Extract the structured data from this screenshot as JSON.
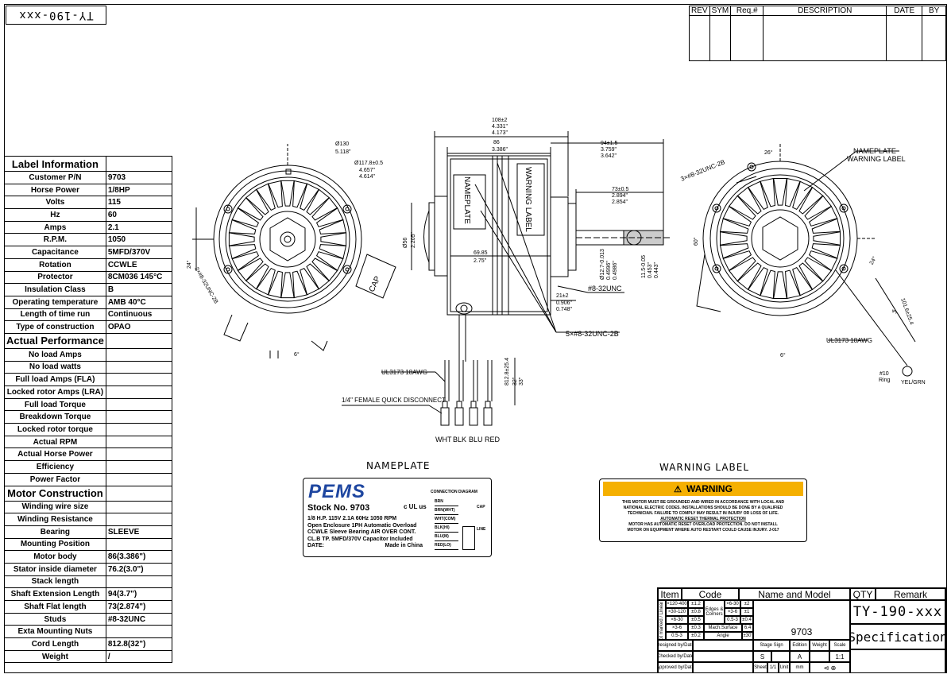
{
  "drawing_number_tab": "TY-190-xxx",
  "revision_table": {
    "headers": [
      "REV",
      "SYM",
      "Req.#",
      "DESCRIPTION",
      "DATE",
      "BY"
    ]
  },
  "spec_table": {
    "sections": [
      {
        "title": "Label Information",
        "rows": [
          [
            "Customer P/N",
            "9703"
          ],
          [
            "Horse Power",
            "1/8HP"
          ],
          [
            "Volts",
            "115"
          ],
          [
            "Hz",
            "60"
          ],
          [
            "Amps",
            "2.1"
          ],
          [
            "R.P.M.",
            "1050"
          ],
          [
            "Capacitance",
            "5MFD/370V"
          ],
          [
            "Rotation",
            "CCWLE"
          ],
          [
            "Protector",
            "8CM036  145°C"
          ],
          [
            "Insulation Class",
            "B"
          ],
          [
            "Operating temperature",
            "AMB 40°C"
          ],
          [
            "Length of time run",
            "Continuous"
          ],
          [
            "Type of construction",
            "OPAO"
          ]
        ]
      },
      {
        "title": "Actual Performance",
        "rows": [
          [
            "No load Amps",
            ""
          ],
          [
            "No load watts",
            ""
          ],
          [
            "Full load Amps (FLA)",
            ""
          ],
          [
            "Locked rotor Amps (LRA)",
            ""
          ],
          [
            "Full load Torque",
            ""
          ],
          [
            "Breakdown Torque",
            ""
          ],
          [
            "Locked rotor torque",
            ""
          ],
          [
            "Actual RPM",
            ""
          ],
          [
            "Actual Horse Power",
            ""
          ],
          [
            "Efficiency",
            ""
          ],
          [
            "Power Factor",
            ""
          ]
        ]
      },
      {
        "title": "Motor Construction",
        "rows": [
          [
            "Winding wire size",
            ""
          ],
          [
            "Winding Resistance",
            ""
          ],
          [
            "Bearing",
            "SLEEVE"
          ],
          [
            "Mounting Position",
            ""
          ],
          [
            "Motor body",
            "86(3.386\")"
          ],
          [
            "Stator inside diameter",
            "76.2(3.0\")"
          ],
          [
            "Stack length",
            ""
          ],
          [
            "Shaft Extension Length",
            "94(3.7\")"
          ],
          [
            "Shaft Flat length",
            "73(2.874\")"
          ],
          [
            "Studs",
            "#8-32UNC"
          ],
          [
            "Exta Mounting Nuts",
            ""
          ],
          [
            "Cord Length",
            "812.8(32\")"
          ],
          [
            "Weight",
            "/"
          ]
        ]
      }
    ]
  },
  "drawing": {
    "dims_top": [
      "108±2",
      "4.331\"",
      "4.173\"",
      "86",
      "3.386\""
    ],
    "dims_shaft": [
      "94±1.5",
      "3.759\"",
      "3.642\""
    ],
    "dims_flat": [
      "73±0.5",
      "2.894\"",
      "2.854\""
    ],
    "dim_body": [
      "69.85",
      "2.75\""
    ],
    "dim_dia": [
      "Ø56",
      "2.205\""
    ],
    "dim_21": [
      "21±2",
      "0.906\"",
      "0.748\""
    ],
    "dim_shaft_dia": [
      "Ø12.7-0.013",
      "0.4996\"",
      "0.4986\""
    ],
    "dim_115": [
      "11.5-0.05",
      "0.453\"",
      "0.443\""
    ],
    "dim_cord": [
      "812.8±25.4",
      "32\"",
      "33\""
    ],
    "left_dims": [
      "Ø130",
      "5.118\"",
      "Ø117.8±0.5",
      "4.657\"",
      "4.614\"",
      "24°",
      "2×#8-32UNC-2B",
      "6°"
    ],
    "right_dims": [
      "NAMEPLATE",
      "WARNING LABEL",
      "3×#8-32UNC-2B",
      "26°",
      "60°",
      "24°",
      "UL3173 18AWG",
      "101.6±25.4",
      "4\"",
      "#10",
      "Ring",
      "YEL/GRN",
      "6°"
    ],
    "body_labels": [
      "NAMEPLATE",
      "WARNING LABEL",
      "CAP"
    ],
    "callouts": [
      "#8-32UNC",
      "5×#8-32UNC-2B",
      "UL3173 18AWG",
      "1/4\" FEMALE QUICK DISCONNECT"
    ],
    "wire_colors": [
      "WHT",
      "BLK",
      "BLU",
      "RED"
    ]
  },
  "nameplate": {
    "heading": "NAMEPLATE",
    "brand": "PEMS",
    "stock": "Stock No. 9703",
    "mark": "c UL us",
    "lines": [
      "1/8 H.P.  115V  2.1A  60Hz  1050 RPM",
      "Open Enclosure 1PH Automatic Overload",
      "CCWLE  Sleeve Bearing  AIR OVER CONT.",
      "CL.B  TP.  5MFD/370V Capacitor Included"
    ],
    "date_label": "DATE:",
    "made_in": "Made in China",
    "diagram_title": "CONNECTION DIAGRAM",
    "conn": [
      "BRN",
      "BRN(WHT)",
      "WHT(COM)",
      "BLK(HI)",
      "BLU(M)",
      "RED(LO)"
    ],
    "cap": "CAP",
    "line": "LINE"
  },
  "warning_label": {
    "heading": "WARNING LABEL",
    "banner": "WARNING",
    "text": [
      "THIS MOTOR MUST BE GROUNDED AND WIRED IN ACCORDANCE WITH LOCAL AND",
      "NATIONAL ELECTRIC CODES. INSTALLATIONS SHOULD BE DONE BY A QUALIFIED",
      "TECHNICIAN. FAILURE TO COMPLY MAY RESULT IN INJURY OR LOSS OF LIFE.",
      "AUTOMATIC RESET THERMAL PROTECTION",
      "MOTOR HAS AUTOMATIC RESET OVERLOAD PROTECTION. DO NOT INSTALL",
      "MOTOR ON EQUIPMENT WHERE AUTO RESTART COULD CAUSE INJURY.  J-017"
    ],
    "colors": {
      "banner": "#f5b000"
    }
  },
  "title_block": {
    "item": "Item",
    "code": "Code",
    "name_model": "Name and Model",
    "qty": "QTY",
    "remark": "Remark",
    "drawing_no": "TY-190-xxx",
    "model": "9703",
    "doc_type": "Specification",
    "tol_side": "Tolerance not marked / Linear Dimensions",
    "tol_rows": [
      [
        "×120-400",
        "±1.2"
      ],
      [
        "×30-120",
        "±0.8"
      ],
      [
        "×6-30",
        "±0.5"
      ],
      [
        "×3-6",
        "±0.3"
      ],
      [
        "0.5-3",
        "±0.2"
      ]
    ],
    "edges": "Edges & Corners",
    "edge_rows": [
      [
        "×6-30",
        "±2"
      ],
      [
        "×3-6",
        "±1"
      ],
      [
        "0.5-3",
        "±0.4"
      ]
    ],
    "mach": "Mach.Surface",
    "mach_val": "6.4",
    "angle": "Angle",
    "angle_val": "±30'",
    "designed": "Designed by/Date",
    "checked": "Checked by/Date",
    "approved": "Approved by/Date",
    "stage_sign": "Stage Sign",
    "edition": "Edition",
    "weight": "Weight",
    "scale": "Scale",
    "stage_val": "S",
    "edition_val": "A",
    "scale_val": "1:1",
    "sheet": "Sheet",
    "sheet_val": "1/1",
    "unit": "Unit",
    "unit_val": "mm"
  }
}
